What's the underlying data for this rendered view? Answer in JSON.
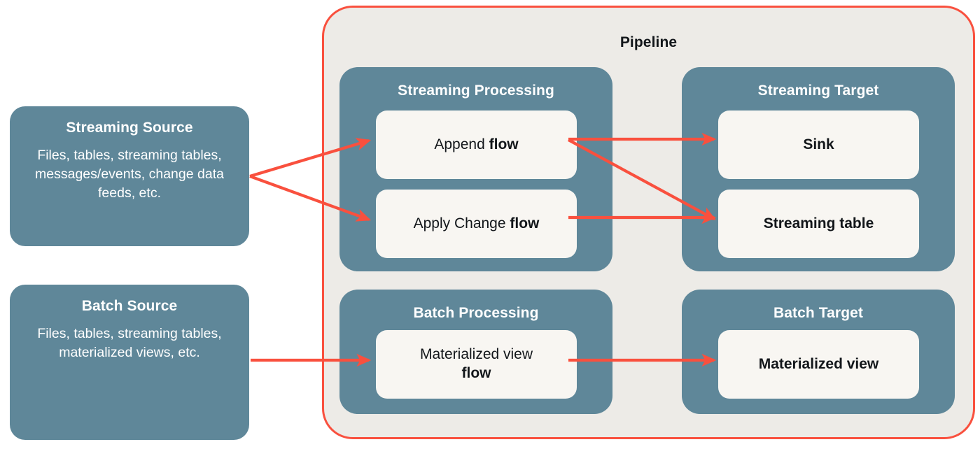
{
  "diagram": {
    "title": "Pipeline",
    "colors": {
      "panel_teal": "#5F8799",
      "node_offwhite": "#F8F6F2",
      "pipeline_background": "#EDEBE7",
      "accent_red": "#F9503E",
      "text_dark": "#12161A",
      "text_light": "#FFFFFF",
      "page_background": "#FFFFFF"
    }
  },
  "sources": {
    "streaming": {
      "title": "Streaming Source",
      "description": "Files, tables, streaming tables, messages/events, change data feeds, etc."
    },
    "batch": {
      "title": "Batch Source",
      "description": "Files, tables, streaming tables, materialized views, etc."
    }
  },
  "groups": {
    "streaming_processing": {
      "title": "Streaming Processing",
      "nodes": [
        {
          "prefix": "Append ",
          "bold": "flow"
        },
        {
          "prefix": "Apply Change ",
          "bold": "flow"
        }
      ]
    },
    "streaming_target": {
      "title": "Streaming Target",
      "nodes": [
        {
          "label": "Sink"
        },
        {
          "label": "Streaming table"
        }
      ]
    },
    "batch_processing": {
      "title": "Batch Processing",
      "nodes": [
        {
          "prefix": "Materialized view",
          "bold": "flow"
        }
      ]
    },
    "batch_target": {
      "title": "Batch Target",
      "nodes": [
        {
          "label": "Materialized view"
        }
      ]
    }
  },
  "connections": [
    {
      "from": "Streaming Source",
      "to": "Append flow"
    },
    {
      "from": "Streaming Source",
      "to": "Apply Change flow"
    },
    {
      "from": "Append flow",
      "to": "Sink"
    },
    {
      "from": "Append flow",
      "to": "Streaming table"
    },
    {
      "from": "Apply Change flow",
      "to": "Streaming table"
    },
    {
      "from": "Batch Source",
      "to": "Materialized view flow"
    },
    {
      "from": "Materialized view flow",
      "to": "Materialized view"
    }
  ]
}
